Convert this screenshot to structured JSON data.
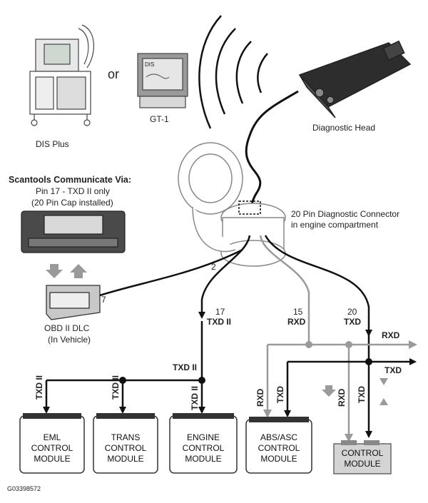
{
  "devices": {
    "dis_plus": "DIS Plus",
    "or": "or",
    "gt1": "GT-1",
    "gt1_screen": "DIS",
    "diagnostic_head": "Diagnostic Head"
  },
  "connector": {
    "line1": "20 Pin Diagnostic Connector",
    "line2": "in engine compartment"
  },
  "scantools": {
    "heading": "Scantools Communicate Via:",
    "line1": "Pin 17 - TXD II only",
    "line2": "(20 Pin Cap installed)"
  },
  "obd": {
    "line1": "OBD II DLC",
    "line2": "(In Vehicle)",
    "pin2": "2",
    "pin7": "7"
  },
  "pins": {
    "p17": "17",
    "p17_sig": "TXD II",
    "p15": "15",
    "p15_sig": "RXD",
    "p20": "20",
    "p20_sig": "TXD"
  },
  "bus": {
    "txd2": "TXD II",
    "rxd": "RXD",
    "txd": "TXD"
  },
  "modules": [
    {
      "line1": "EML",
      "line2": "CONTROL",
      "line3": "MODULE",
      "lead": "TXD II"
    },
    {
      "line1": "TRANS",
      "line2": "CONTROL",
      "line3": "MODULE",
      "lead": "TXD II"
    },
    {
      "line1": "ENGINE",
      "line2": "CONTROL",
      "line3": "MODULE",
      "lead": "TXD II"
    },
    {
      "line1": "ABS/ASC",
      "line2": "CONTROL",
      "line3": "MODULE",
      "lead_rxd": "RXD",
      "lead_txd": "TXD"
    },
    {
      "line1": "CONTROL",
      "line2": "MODULE",
      "lead_rxd": "RXD",
      "lead_txd": "TXD"
    }
  ],
  "figure_id": "G03398572"
}
